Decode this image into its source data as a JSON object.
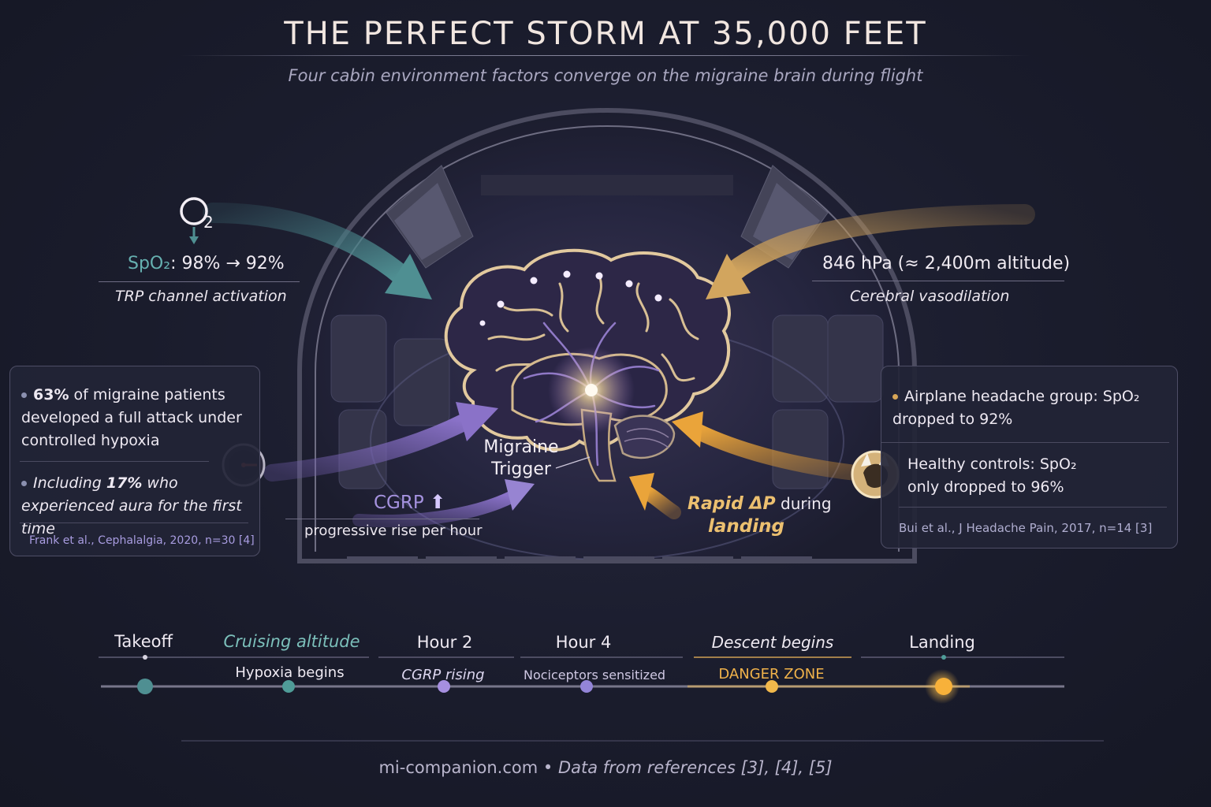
{
  "title": "THE PERFECT STORM AT 35,000 FEET",
  "subtitle": "Four cabin environment factors converge on the migraine brain during flight",
  "hypoxia": {
    "icon": "o2-icon",
    "o2_symbol": "O",
    "o2_subscript": "2",
    "spo2_label": "SpO₂",
    "spo2_change": ": 98% → 92%",
    "mechanism": "TRP channel activation"
  },
  "pressure": {
    "value": "846 hPa (≈ 2,400m altitude)",
    "mechanism": "Cerebral vasodilation"
  },
  "left_card": {
    "bullet1_strong": "63%",
    "bullet1_rest": " of migraine patients developed a full attack under controlled hypoxia",
    "bullet2_pre": "Including ",
    "bullet2_strong": "17%",
    "bullet2_rest": " who experienced aura for the first time",
    "citation": "Frank et al., Cephalalgia, 2020, n=30 [4]",
    "icon": "pressure-gauge-icon"
  },
  "right_card": {
    "bullet1": "Airplane headache group: SpO₂ dropped to 92%",
    "bullet2": "Healthy controls: SpO₂ only dropped to 96%",
    "citation": "Bui et al., J Headache Pain, 2017, n=14 [3]",
    "icon": "ear-icon"
  },
  "brain": {
    "label_line1": "Migraine",
    "label_line2": "Trigger",
    "icon": "brain-icon"
  },
  "cgrp": {
    "label": "CGRP",
    "arrow": "⬆",
    "sub": "progressive rise per hour"
  },
  "landing": {
    "strong": "Rapid ΔP",
    "rest": " during",
    "line2": "landing"
  },
  "timeline": [
    {
      "top": "Takeoff",
      "bottom": "",
      "color": "#4f8f92"
    },
    {
      "top": "Cruising altitude",
      "bottom": "Hypoxia begins",
      "color": "#4f9c98"
    },
    {
      "top": "Hour 2",
      "bottom": "CGRP rising",
      "color": "#a68fe0"
    },
    {
      "top": "Hour 4",
      "bottom": "Nociceptors sensitized",
      "color": "#9385d8"
    },
    {
      "top": "Descent begins",
      "bottom": "DANGER ZONE",
      "color": "#f1b84b"
    },
    {
      "top": "Landing",
      "bottom": "",
      "color": "#f7b13a"
    }
  ],
  "footer": {
    "site": "mi-companion.com",
    "sep": " • ",
    "refs": "Data from references [3], [4], [5]"
  },
  "colors": {
    "teal": "#4f8f92",
    "purple": "#8a72c8",
    "gold": "#d8a657",
    "orange": "#eaa43a",
    "background": "#1a1c2c"
  }
}
